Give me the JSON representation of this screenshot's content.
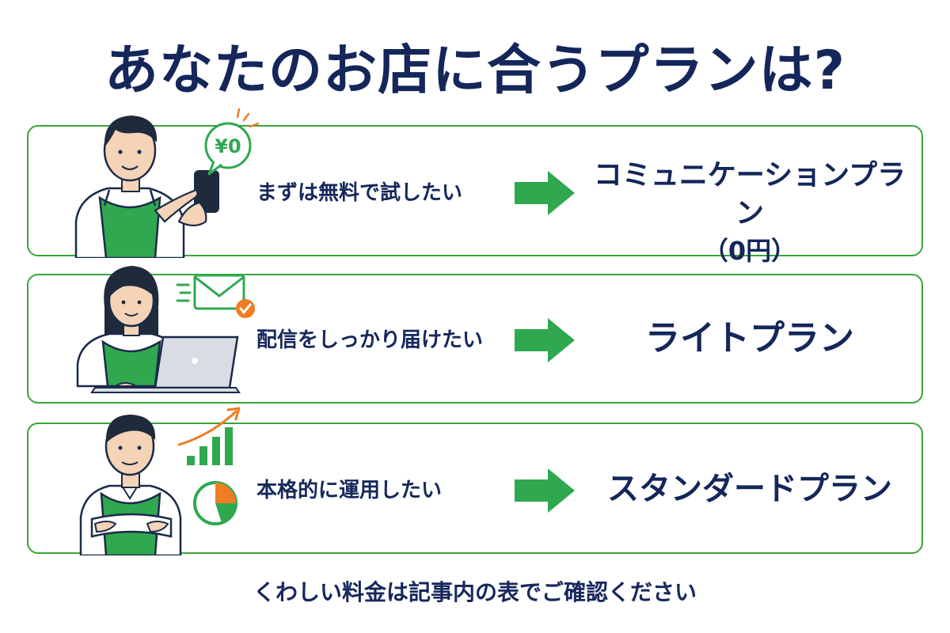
{
  "title": "あなたのお店に合うプランは?",
  "plans": [
    {
      "need": "まずは無料で試したい",
      "plan_name": "コミュニケーションプラン",
      "plan_price": "（0円）",
      "badge": "¥0",
      "icon": "smartphone-icon"
    },
    {
      "need": "配信をしっかり届けたい",
      "plan_name": "ライトプラン",
      "icon": "envelope-icon"
    },
    {
      "need": "本格的に運用したい",
      "plan_name": "スタンダードプラン",
      "icon": "growth-chart-icon"
    }
  ],
  "footer": "くわしい料金は記事内の表でご確認ください",
  "colors": {
    "accent_green": "#2fa84f",
    "border_green": "#3aa53a",
    "navy": "#14265a",
    "orange": "#f07d22"
  }
}
